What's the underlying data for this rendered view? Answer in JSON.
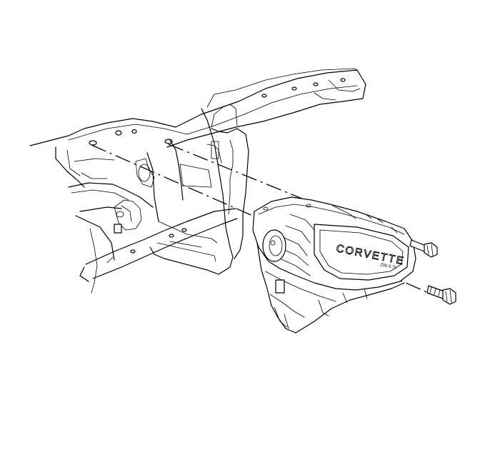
{
  "figure": {
    "emblem_text": "CORVETTE",
    "emblem_subtext": "Z06 5.7L",
    "colors": {
      "line": "#000000",
      "background": "#ffffff"
    }
  },
  "parts": [
    {
      "name": "radiator-support-frame",
      "icon": "frame-icon"
    },
    {
      "name": "upper-bolt",
      "icon": "bolt-icon"
    },
    {
      "name": "lower-bolt",
      "icon": "bolt-icon"
    },
    {
      "name": "air-cleaner-housing",
      "icon": "housing-icon"
    }
  ]
}
